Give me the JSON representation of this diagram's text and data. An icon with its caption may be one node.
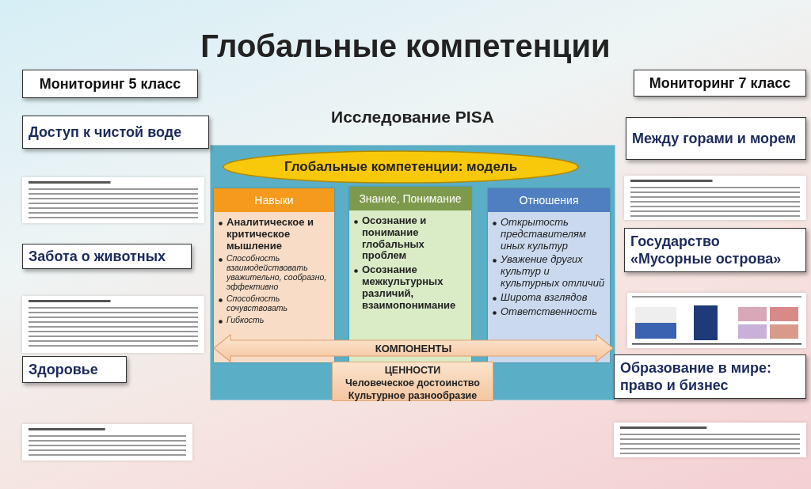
{
  "diagram": {
    "title": "Глобальные компетенции",
    "nodes": [
      {
        "text": [
          "Мониторинг 5 класс"
        ]
      },
      {
        "text": [
          "Мониторинг 7 класс"
        ]
      },
      {
        "text": [
          "Исследование PISA"
        ]
      },
      {
        "text": [
          "Глобальные компетенции: модель"
        ],
        "in": 2
      },
      {
        "text": [
          "Навыки",
          "Аналитическое и критическое мышление",
          "Способность взаимодействовать уважительно, сообразно, эффективно",
          "Способность сочувствовать",
          "Гибкость"
        ],
        "in": 2
      },
      {
        "text": [
          "Знание, Понимание",
          "Осознание и понимание глобальных проблем",
          "Осознание межкультурных различий, взаимопонимание"
        ],
        "in": 2
      },
      {
        "text": [
          "Отношения",
          "Открытость представителям иных культур",
          "Уважение других культур и культурных отличий",
          "Широта взглядов",
          "Ответственность"
        ],
        "in": 2
      },
      {
        "text": [
          "КОМПОНЕНТЫ"
        ],
        "in": 2
      },
      {
        "text": [
          "ЦЕННОСТИ",
          "Человеческое достоинство",
          "Культурное разнообразие"
        ],
        "in": 2
      },
      {
        "text": [
          "Доступ к чистой воде"
        ]
      },
      {
        "text": [
          "Забота о животных"
        ]
      },
      {
        "text": [
          "Здоровье"
        ]
      },
      {
        "text": [
          "Между горами и морем"
        ]
      },
      {
        "text": [
          "Государство «Мусорные острова»"
        ]
      },
      {
        "text": [
          "Образование в мире: право и бизнес"
        ]
      }
    ]
  }
}
